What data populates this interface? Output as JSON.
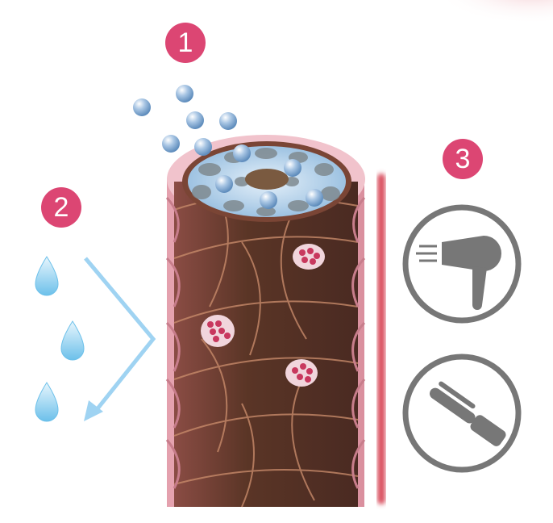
{
  "badges": {
    "one": "1",
    "two": "2",
    "three": "3"
  },
  "colors": {
    "badge": "#dc4673",
    "hair": "#6e3b2e",
    "cuticle": "#e8a3b0",
    "bubble": "#8fb4d8",
    "water": "#9ed4f0",
    "icon_ring": "#777777",
    "heat_bar": "#d9505f"
  },
  "icons": [
    "water-drop-icon",
    "hair-dryer-icon",
    "curling-iron-icon"
  ]
}
